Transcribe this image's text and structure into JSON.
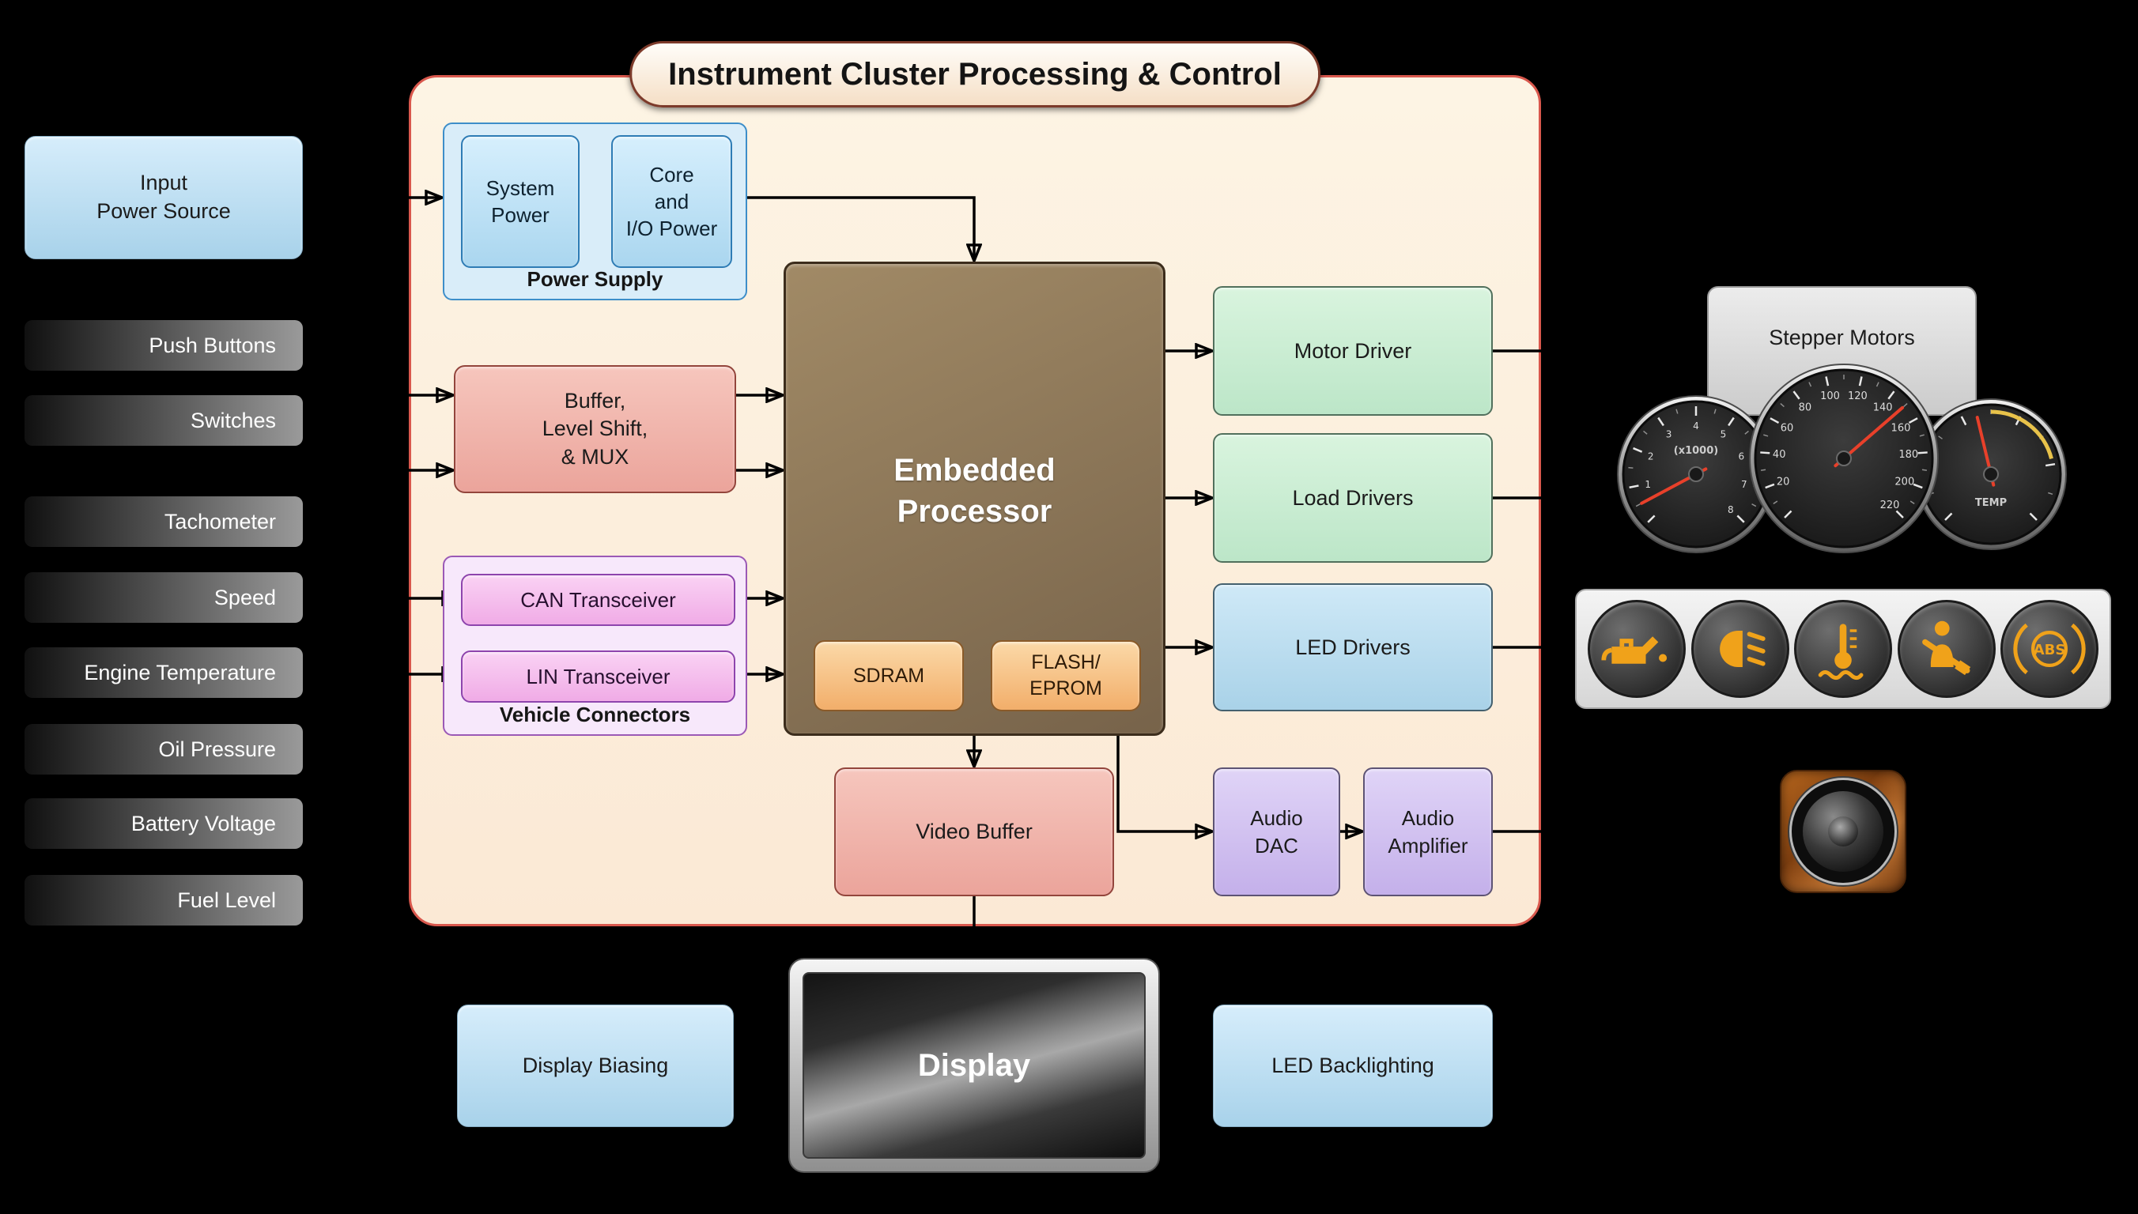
{
  "title": "Instrument Cluster Processing & Control",
  "inputs": {
    "power_source": "Input\nPower Source",
    "signals": [
      "Push Buttons",
      "Switches",
      "Tachometer",
      "Speed",
      "Engine Temperature",
      "Oil Pressure",
      "Battery Voltage",
      "Fuel Level"
    ]
  },
  "power_supply": {
    "label": "Power Supply",
    "system_power": "System\nPower",
    "core_io_power": "Core\nand\nI/O Power"
  },
  "signal_conditioning": {
    "buffer": "Buffer,\nLevel Shift,\n& MUX"
  },
  "vehicle_connectors": {
    "label": "Vehicle Connectors",
    "can": "CAN Transceiver",
    "lin": "LIN Transceiver"
  },
  "processor": {
    "label": "Embedded\nProcessor",
    "sdram": "SDRAM",
    "flash": "FLASH/\nEPROM"
  },
  "drivers": {
    "motor": "Motor Driver",
    "load": "Load Drivers",
    "led": "LED Drivers"
  },
  "audio": {
    "dac": "Audio\nDAC",
    "amplifier": "Audio\nAmplifier"
  },
  "video": {
    "buffer": "Video Buffer"
  },
  "display_row": {
    "biasing": "Display Biasing",
    "display": "Display",
    "backlighting": "LED Backlighting"
  },
  "peripherals": {
    "stepper_motors": "Stepper Motors",
    "warning_lights": [
      "oil-pressure",
      "low-beam-headlight",
      "coolant-temperature",
      "seatbelt",
      "abs"
    ],
    "abs_label": "ABS"
  },
  "gauges": {
    "speedometer": {
      "numbers": [
        20,
        40,
        60,
        80,
        100,
        120,
        140,
        160,
        180,
        200,
        220
      ],
      "max": 220
    },
    "tachometer": {
      "numbers": [
        1,
        2,
        3,
        4,
        5,
        6,
        7,
        8
      ],
      "max": 8,
      "label": "(x1000)"
    },
    "temperature": {
      "label": "TEMP"
    }
  },
  "colors": {
    "container_border": "#d9584d",
    "title_border": "#7c3a2a",
    "warning_amber": "#f0a21a",
    "needle_red": "#e8402a"
  }
}
